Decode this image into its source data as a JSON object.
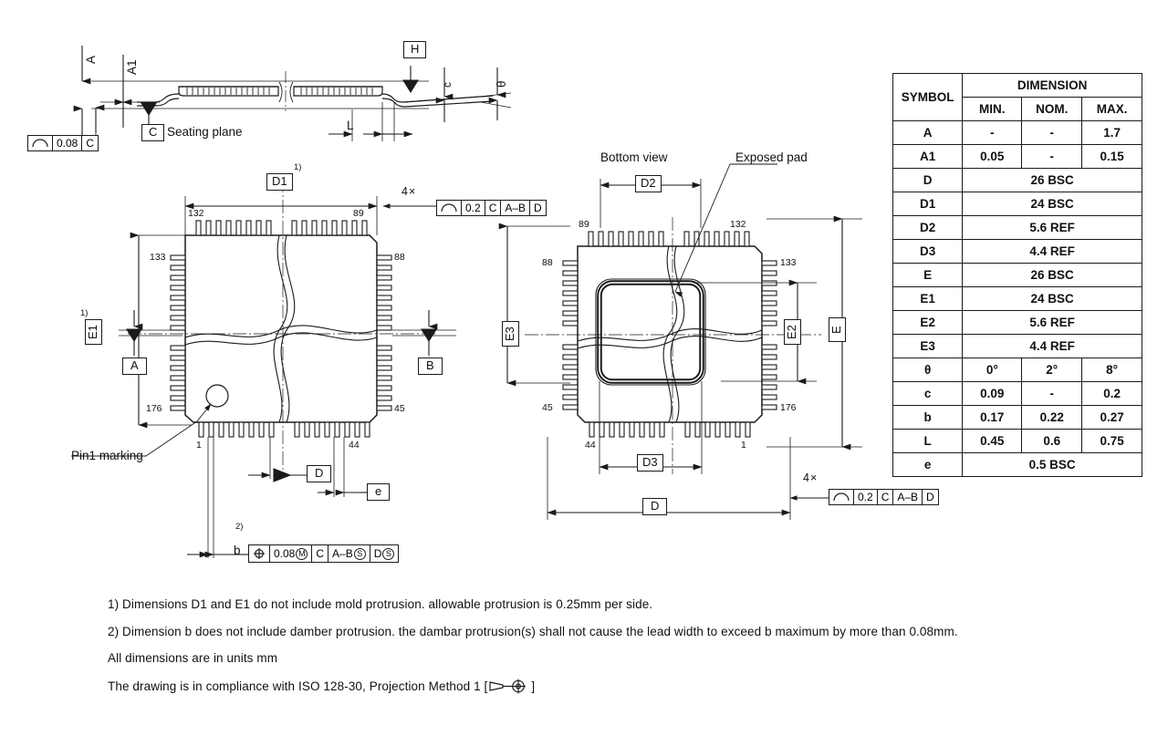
{
  "drawing": {
    "title": "LQFP package mechanical drawing",
    "side_view": {
      "dim_A": "A",
      "dim_A1": "A1",
      "dim_c": "c",
      "dim_theta": "θ",
      "dim_L": "L",
      "datum_C": "C",
      "datum_H": "H",
      "seating_plane_label": "Seating plane",
      "flatness_frame": {
        "symbol": "flatness",
        "tolerance": "0.08",
        "datum": "C"
      }
    },
    "top_view": {
      "dim_D1": "D1",
      "dim_D1_note": "1)",
      "dim_E1": "E1",
      "dim_E1_note": "1)",
      "dim_e": "e",
      "dim_b": "b",
      "dim_b_note": "2)",
      "datum_A": "A",
      "datum_B": "B",
      "datum_D": "D",
      "pin1_label": "Pin1 marking",
      "pin_numbers": {
        "top_left": "132",
        "top_right": "89",
        "left_top": "133",
        "right_top": "88",
        "left_bottom": "176",
        "right_bottom": "45",
        "bottom_left": "1",
        "bottom_right": "44"
      },
      "profile_callout": {
        "count": "4×",
        "symbol": "profile-of-a-surface",
        "tolerance": "0.2",
        "datums": [
          "C",
          "A–B",
          "D"
        ]
      },
      "position_frame": {
        "symbol": "position",
        "tolerance": "0.08",
        "mod": "M",
        "datums": [
          "C",
          "A–B",
          "D"
        ],
        "datum_mods": [
          "S",
          "S"
        ]
      }
    },
    "bottom_view": {
      "title": "Bottom view",
      "exposed_pad_label": "Exposed pad",
      "dim_D": "D",
      "dim_D2": "D2",
      "dim_D3": "D3",
      "dim_E": "E",
      "dim_E2": "E2",
      "dim_E3": "E3",
      "pin_numbers": {
        "top_left": "89",
        "top_right": "132",
        "left_top": "88",
        "right_top": "133",
        "left_bottom": "45",
        "right_bottom": "176",
        "bottom_left": "44",
        "bottom_right": "1"
      },
      "profile_callout": {
        "count": "4×",
        "symbol": "profile-of-a-surface",
        "tolerance": "0.2",
        "datums": [
          "C",
          "A–B",
          "D"
        ]
      }
    }
  },
  "table": {
    "header": {
      "symbol": "SYMBOL",
      "dimension": "DIMENSION",
      "min": "MIN.",
      "nom": "NOM.",
      "max": "MAX."
    },
    "rows": [
      {
        "symbol": "A",
        "span": false,
        "min": "-",
        "nom": "-",
        "max": "1.7"
      },
      {
        "symbol": "A1",
        "span": false,
        "min": "0.05",
        "nom": "-",
        "max": "0.15"
      },
      {
        "symbol": "D",
        "span": true,
        "value": "26 BSC"
      },
      {
        "symbol": "D1",
        "span": true,
        "value": "24  BSC"
      },
      {
        "symbol": "D2",
        "span": true,
        "value": "5.6 REF"
      },
      {
        "symbol": "D3",
        "span": true,
        "value": "4.4 REF"
      },
      {
        "symbol": "E",
        "span": true,
        "value": "26 BSC"
      },
      {
        "symbol": "E1",
        "span": true,
        "value": "24 BSC"
      },
      {
        "symbol": "E2",
        "span": true,
        "value": "5.6 REF"
      },
      {
        "symbol": "E3",
        "span": true,
        "value": "4.4 REF"
      },
      {
        "symbol": "θ",
        "span": false,
        "min": "0°",
        "nom": "2°",
        "max": "8°"
      },
      {
        "symbol": "c",
        "span": false,
        "min": "0.09",
        "nom": "-",
        "max": "0.2"
      },
      {
        "symbol": "b",
        "span": false,
        "min": "0.17",
        "nom": "0.22",
        "max": "0.27"
      },
      {
        "symbol": "L",
        "span": false,
        "min": "0.45",
        "nom": "0.6",
        "max": "0.75"
      },
      {
        "symbol": "e",
        "span": true,
        "value": "0.5 BSC"
      }
    ]
  },
  "notes": {
    "n1": "1) Dimensions D1 and E1 do not include mold protrusion. allowable protrusion is 0.25mm per side.",
    "n2": "2) Dimension b does not include damber protrusion. the dambar protrusion(s) shall not cause the lead width to exceed b maximum by more than 0.08mm.",
    "n3": "All dimensions are in units mm",
    "n4_pre": "The drawing is in compliance with ISO 128-30, Projection Method 1 [",
    "n4_post": "]"
  },
  "colors": {
    "line": "#1a1a1a",
    "text": "#111111",
    "background": "#ffffff"
  }
}
